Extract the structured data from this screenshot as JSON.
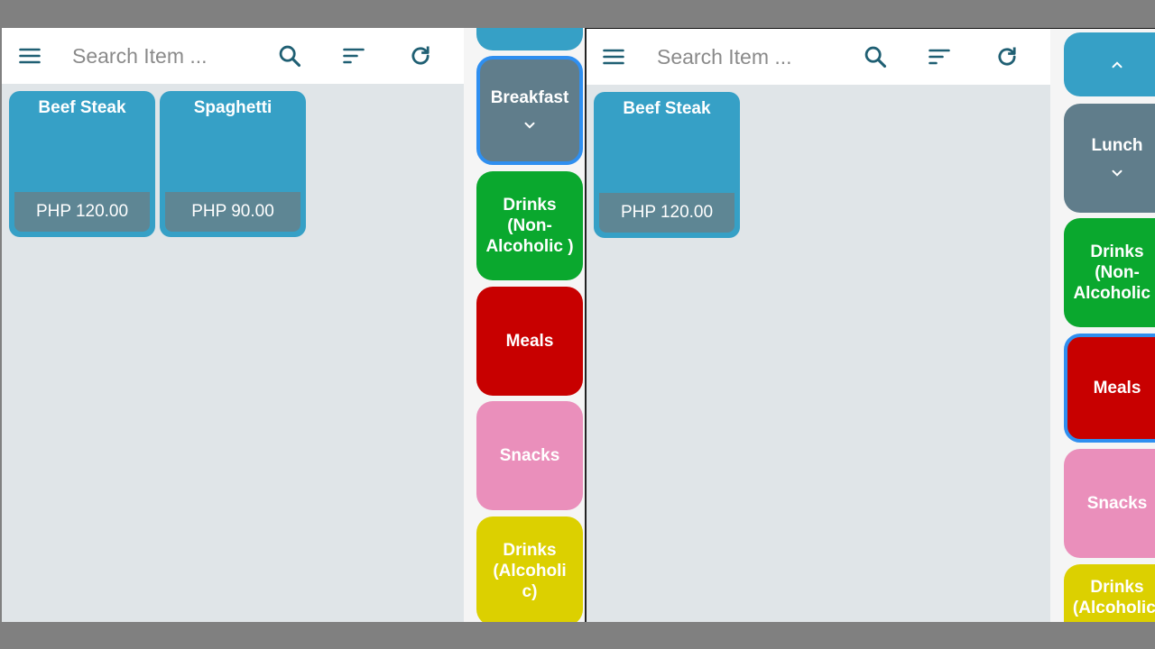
{
  "colors": {
    "item_card": "#36a0c6",
    "price_band": "#5e8694",
    "selected_outline": "#2f8ff0",
    "icon": "#1f5f73",
    "cat_blue": "#36a0c6",
    "cat_slate": "#607d8b",
    "cat_green": "#0aa82e",
    "cat_red": "#c80000",
    "cat_pink": "#ea8fbb",
    "cat_yellow": "#dcd000"
  },
  "left": {
    "search_placeholder": "Search Item ...",
    "items": [
      {
        "name": "Beef Steak",
        "price": "PHP 120.00"
      },
      {
        "name": "Spaghetti",
        "price": "PHP 90.00"
      }
    ],
    "categories": [
      {
        "label": "",
        "color": "cat_blue"
      },
      {
        "label": "Breakfast",
        "color": "cat_slate",
        "icon": "chevron-down-icon"
      },
      {
        "label": "Drinks (Non-Alcoholic )",
        "color": "cat_green"
      },
      {
        "label": "Meals",
        "color": "cat_red"
      },
      {
        "label": "Snacks",
        "color": "cat_pink"
      },
      {
        "label": "Drinks (Alcoholi c)",
        "color": "cat_yellow"
      }
    ]
  },
  "right": {
    "search_placeholder": "Search Item ...",
    "items": [
      {
        "name": "Beef Steak",
        "price": "PHP 120.00"
      }
    ],
    "categories": [
      {
        "label": "",
        "color": "cat_blue",
        "icon": "chevron-up-icon"
      },
      {
        "label": "Lunch",
        "color": "cat_slate",
        "icon": "chevron-down-icon"
      },
      {
        "label": "Drinks (Non-Alcoholic )",
        "color": "cat_green"
      },
      {
        "label": "Meals",
        "color": "cat_red"
      },
      {
        "label": "Snacks",
        "color": "cat_pink"
      },
      {
        "label": "Drinks (Alcoholic)",
        "color": "cat_yellow"
      }
    ]
  }
}
